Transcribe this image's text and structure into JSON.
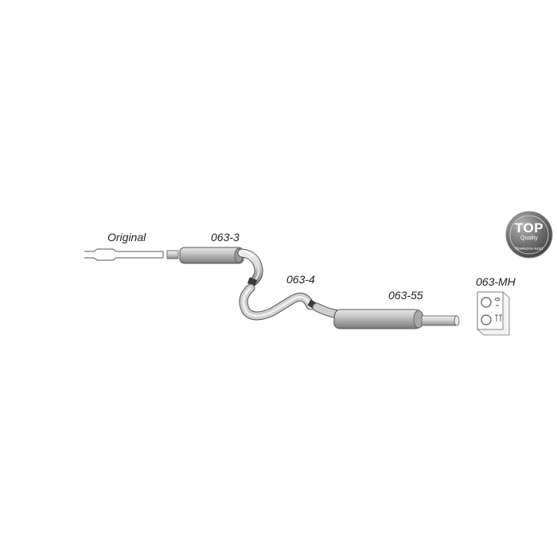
{
  "labels": {
    "original": "Original",
    "part_front_silencer": "063-3",
    "part_middle_pipe": "063-4",
    "part_rear_silencer": "063-55",
    "part_mounting_kit": "063-MH"
  },
  "badge": {
    "title": "TOP",
    "subtitle": "Quality",
    "ring_text": "100% Hochwertig"
  },
  "colors": {
    "pipe_light": "#e2e2e2",
    "pipe_dark": "#8a8a8a",
    "outline": "#4a4a4a",
    "badge_dark": "#5a5a5a"
  }
}
